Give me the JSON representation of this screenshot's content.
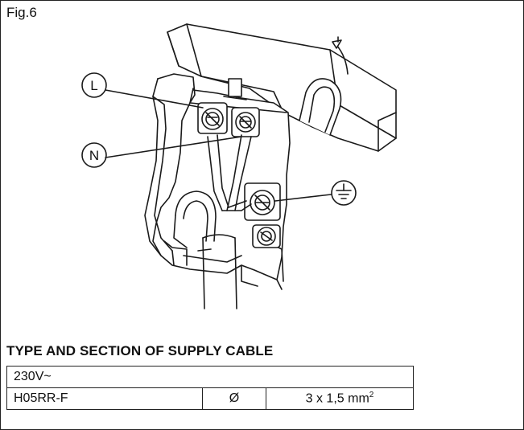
{
  "figure": {
    "label": "Fig.6",
    "callouts": {
      "live": "L",
      "neutral": "N"
    },
    "icons": [
      "arrow-up-icon",
      "earth-ground-icon"
    ]
  },
  "cable_section": {
    "title": "TYPE AND SECTION OF SUPPLY CABLE",
    "voltage": "230V~",
    "cable_type": "H05RR-F",
    "diameter_symbol": "Ø",
    "section_value": "3 x 1,5 mm",
    "section_exponent": "2"
  }
}
